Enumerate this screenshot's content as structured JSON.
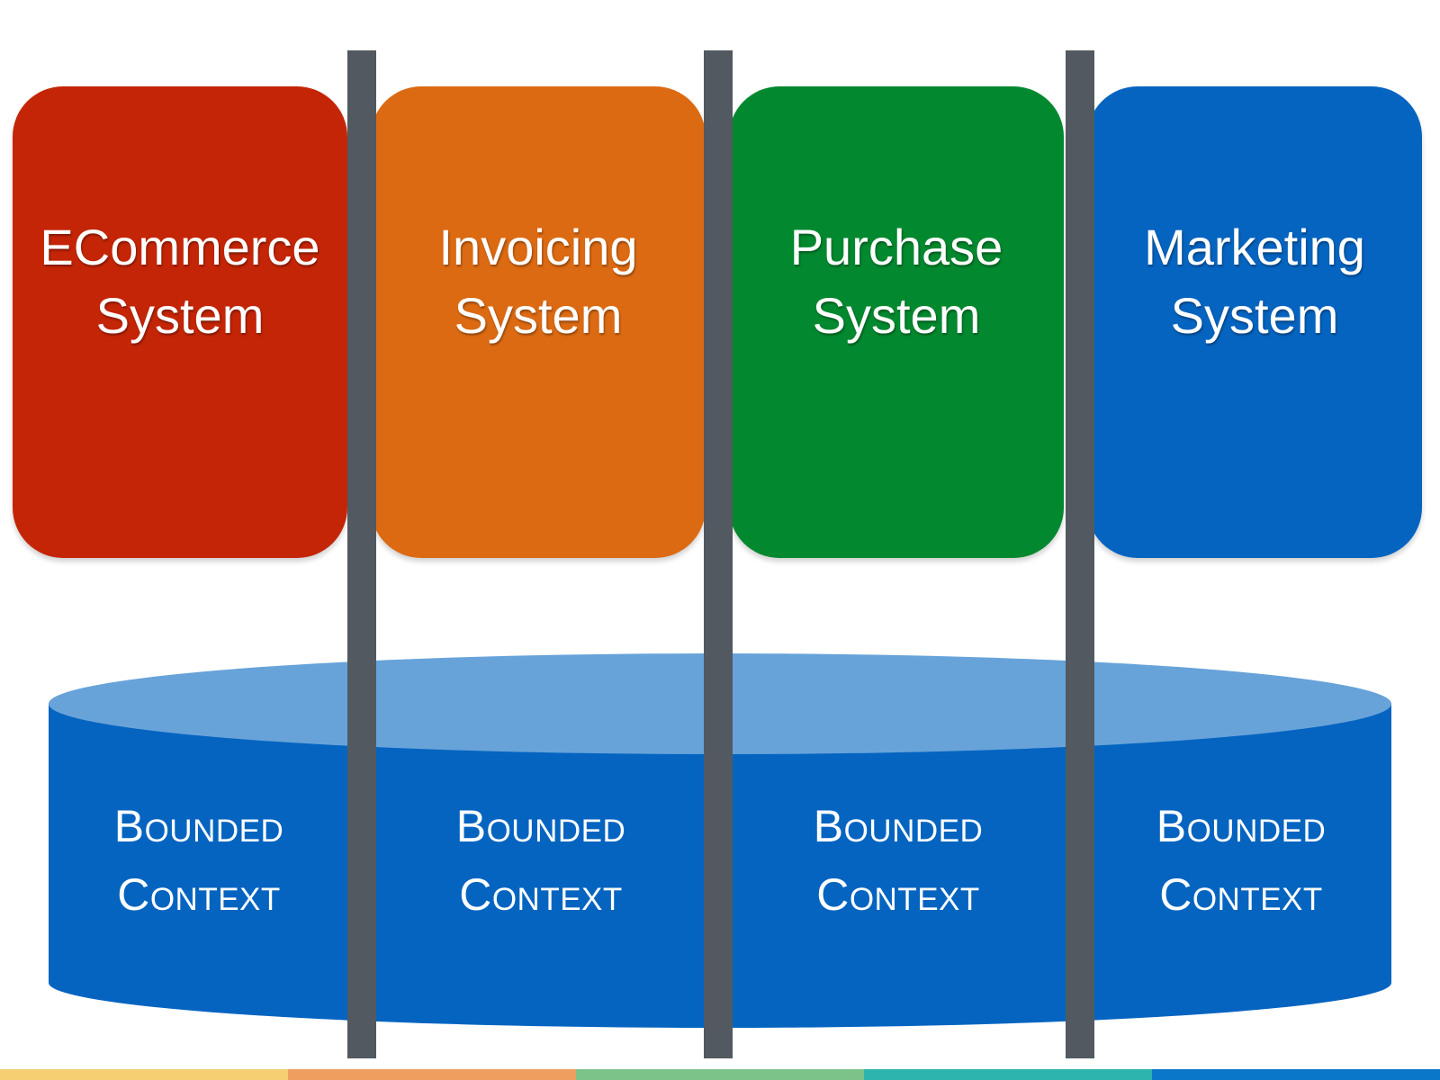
{
  "systems": [
    {
      "line1": "ECommerce",
      "line2": "System",
      "color": "#C42506"
    },
    {
      "line1": "Invoicing",
      "line2": "System",
      "color": "#DC6A12"
    },
    {
      "line1": "Purchase",
      "line2": "System",
      "color": "#02882E"
    },
    {
      "line1": "Marketing",
      "line2": "System",
      "color": "#0564C0"
    }
  ],
  "contexts": [
    {
      "line1": "Bounded",
      "line2": "Context"
    },
    {
      "line1": "Bounded",
      "line2": "Context"
    },
    {
      "line1": "Bounded",
      "line2": "Context"
    },
    {
      "line1": "Bounded",
      "line2": "Context"
    }
  ],
  "colors": {
    "database_body": "#0564C0",
    "database_top": "#67A3D9",
    "divider": "#525960",
    "footer_stripe": [
      "#F6CF73",
      "#EF9E5F",
      "#7BC389",
      "#2DB4AE",
      "#0B77C8"
    ]
  }
}
